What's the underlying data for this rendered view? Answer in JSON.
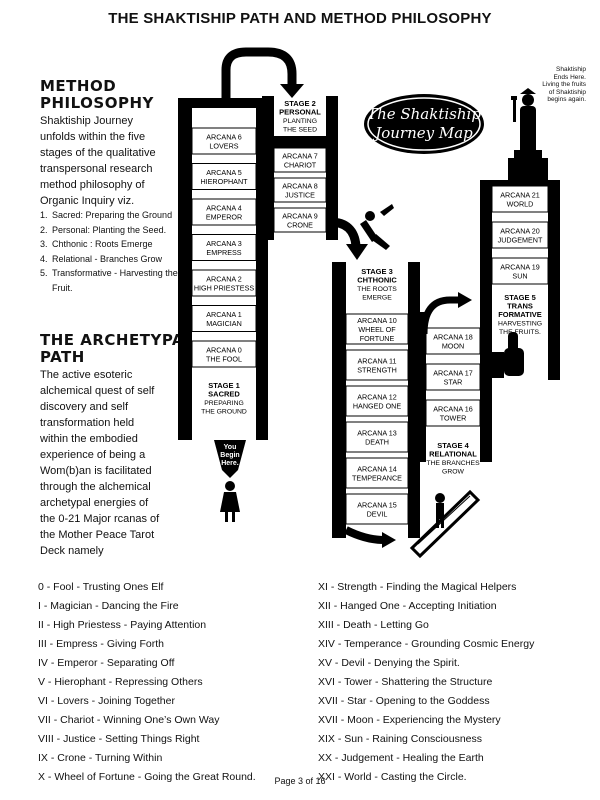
{
  "title": "THE SHAKTISHIP PATH AND METHOD PHILOSOPHY",
  "method": {
    "heading_l1": "METHOD",
    "heading_l2": "PHILOSOPHY",
    "intro": [
      "Shaktiship Journey",
      "unfolds within the five",
      "stages of the qualitative",
      "transpersonal research",
      "method philosophy of",
      "Organic Inquiry viz."
    ],
    "stages": [
      {
        "n": "1.",
        "t": "Sacred: Preparing the Ground"
      },
      {
        "n": "2.",
        "t": "Personal: Planting the Seed."
      },
      {
        "n": "3.",
        "t": "Chthonic : Roots Emerge"
      },
      {
        "n": "4.",
        "t": "Relational - Branches Grow"
      },
      {
        "n": "5.",
        "t": "Transformative - Harvesting the"
      },
      {
        "n": "",
        "t": "Fruit."
      }
    ]
  },
  "archetypal": {
    "heading_l1": "THE ARCHETYPAL",
    "heading_l2": "PATH",
    "text": [
      "The active esoteric",
      "alchemical quest of self",
      "discovery and self",
      "transformation held",
      "within the embodied",
      "experience of being a",
      "Wom(b)an is facilitated",
      "through the alchemical",
      "archetypal energies of",
      "the 0-21 Major rcanas of",
      "the Mother Peace Tarot",
      "Deck namely"
    ]
  },
  "map": {
    "badge_l1": "The Shaktiship",
    "badge_l2": "Journey Map",
    "corner": [
      "Shaktiship",
      "Ends Here.",
      "Living the fruits",
      "of Shaktiship",
      "begins again."
    ],
    "start": [
      "You",
      "Begin",
      "Here."
    ],
    "col1": [
      [
        "ARCANA 6",
        "LOVERS"
      ],
      [
        "ARCANA 5",
        "HIEROPHANT"
      ],
      [
        "ARCANA 4",
        "EMPEROR"
      ],
      [
        "ARCANA 3",
        "EMPRESS"
      ],
      [
        "ARCANA 2",
        "HIGH PRIESTESS"
      ],
      [
        "ARCANA 1",
        "MAGICIAN"
      ],
      [
        "ARCANA 0",
        "THE FOOL"
      ]
    ],
    "col2": [
      [
        "ARCANA 7",
        "CHARIOT"
      ],
      [
        "ARCANA 8",
        "JUSTICE"
      ],
      [
        "ARCANA 9",
        "CRONE"
      ]
    ],
    "col3": [
      [
        "ARCANA 10",
        "WHEEL OF",
        "FORTUNE"
      ],
      [
        "ARCANA 11",
        "STRENGTH"
      ],
      [
        "ARCANA 12",
        "HANGED ONE"
      ],
      [
        "ARCANA 13",
        "DEATH"
      ],
      [
        "ARCANA 14",
        "TEMPERANCE"
      ],
      [
        "ARCANA 15",
        "DEVIL"
      ]
    ],
    "col4": [
      [
        "ARCANA 18",
        "MOON"
      ],
      [
        "ARCANA 17",
        "STAR"
      ],
      [
        "ARCANA 16",
        "TOWER"
      ]
    ],
    "col5": [
      [
        "ARCANA 21",
        "WORLD"
      ],
      [
        "ARCANA 20",
        "JUDGEMENT"
      ],
      [
        "ARCANA 19",
        "SUN"
      ]
    ],
    "stage1": [
      "STAGE 1",
      "SACRED",
      "PREPARING",
      "THE GROUND"
    ],
    "stage2": [
      "STAGE 2",
      "PERSONAL",
      "PLANTING",
      "THE SEED"
    ],
    "stage3": [
      "STAGE 3",
      "CHTHONIC",
      "THE ROOTS",
      "EMERGE"
    ],
    "stage4": [
      "STAGE 4",
      "RELATIONAL",
      "THE BRANCHES",
      "GROW"
    ],
    "stage5": [
      "STAGE 5",
      "TRANS",
      "FORMATIVE",
      "HARVESTING",
      "THE FRUITS."
    ]
  },
  "legend_left": [
    "0 - Fool - Trusting Ones Elf",
    "I  - Magician - Dancing the Fire",
    "II - High Priestess - Paying Attention",
    "III - Empress - Giving Forth",
    "IV - Emperor - Separating Off",
    "V - Hierophant - Repressing Others",
    "VI - Lovers - Joining Together",
    "VII - Chariot - Winning One’s Own Way",
    "VIII - Justice - Setting Things Right",
    "IX - Crone - Turning Within",
    "X - Wheel of Fortune - Going the Great Round."
  ],
  "legend_right": [
    "XI - Strength - Finding the Magical Helpers",
    "XII - Hanged One - Accepting Initiation",
    "XIII - Death - Letting Go",
    "XIV - Temperance - Grounding Cosmic Energy",
    "XV - Devil - Denying the Spirit.",
    "XVI - Tower - Shattering the Structure",
    "XVII - Star - Opening to the Goddess",
    "XVII - Moon - Experiencing the Mystery",
    "XIX - Sun - Raining Consciousness",
    "XX - Judgement - Healing the Earth",
    "XXI - World - Casting the Circle."
  ],
  "footer": "Page 3 of 16"
}
